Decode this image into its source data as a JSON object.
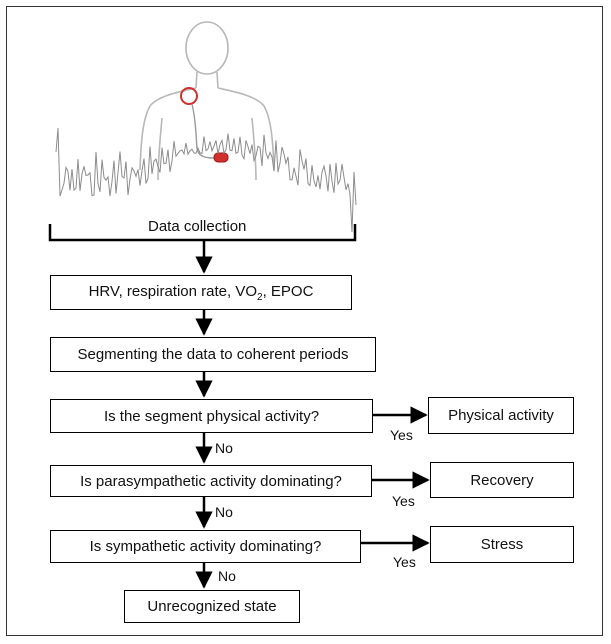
{
  "header": {
    "caption": "Data collection"
  },
  "steps": {
    "metrics": {
      "pre": "HRV, respiration rate, VO",
      "sub": "2",
      "post": ", EPOC"
    },
    "segmenting": "Segmenting the data to coherent periods",
    "unrecognized": "Unrecognized state"
  },
  "decisions": [
    {
      "question": "Is the segment physical activity?",
      "outcome": "Physical activity",
      "yes_label": "Yes",
      "no_label": "No"
    },
    {
      "question": "Is parasympathetic activity dominating?",
      "outcome": "Recovery",
      "yes_label": "Yes",
      "no_label": "No"
    },
    {
      "question": "Is sympathetic activity dominating?",
      "outcome": "Stress",
      "yes_label": "Yes",
      "no_label": "No"
    }
  ],
  "colors": {
    "sensor": "#d0312d",
    "body_outline": "#b8b8b8",
    "signal": "#8c8c8c",
    "line": "#000000"
  }
}
